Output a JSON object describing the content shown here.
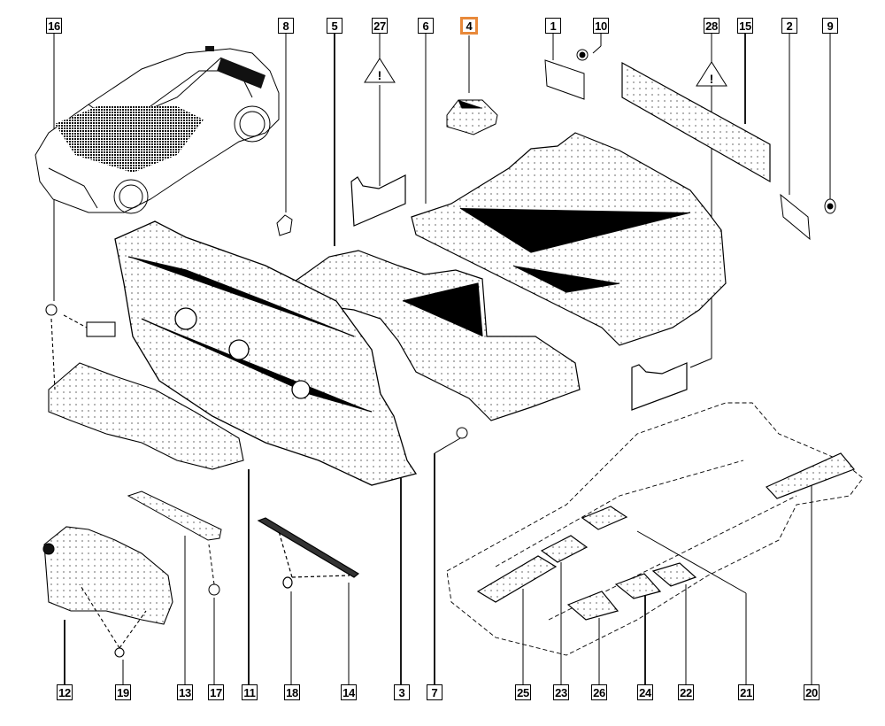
{
  "diagram": {
    "title": "Body insulation / soundproofing parts",
    "highlight_color": "#E8893A",
    "line_color": "#000000",
    "top_callouts": [
      {
        "label": "16"
      },
      {
        "label": "8"
      },
      {
        "label": "5"
      },
      {
        "label": "27"
      },
      {
        "label": "6"
      },
      {
        "label": "4",
        "highlighted": true
      },
      {
        "label": "1"
      },
      {
        "label": "10"
      },
      {
        "label": "28"
      },
      {
        "label": "15"
      },
      {
        "label": "2"
      },
      {
        "label": "9"
      }
    ],
    "bottom_callouts": [
      {
        "label": "12"
      },
      {
        "label": "19"
      },
      {
        "label": "13"
      },
      {
        "label": "17"
      },
      {
        "label": "11"
      },
      {
        "label": "18"
      },
      {
        "label": "14"
      },
      {
        "label": "3"
      },
      {
        "label": "7"
      },
      {
        "label": "25"
      },
      {
        "label": "23"
      },
      {
        "label": "26"
      },
      {
        "label": "24"
      },
      {
        "label": "22"
      },
      {
        "label": "21"
      },
      {
        "label": "20"
      }
    ],
    "warning_symbol": "!",
    "parts": [
      {
        "id": "vehicle-overview",
        "icon": "car-outline"
      },
      {
        "id": "bulkhead-insulator",
        "icon": "bulkhead"
      },
      {
        "id": "engine-undertray",
        "icon": "shield-panel"
      },
      {
        "id": "front-floor-carpet",
        "icon": "floor-mat"
      },
      {
        "id": "rear-floor-carpet",
        "icon": "floor-mat"
      },
      {
        "id": "tunnel-pad",
        "icon": "pad"
      },
      {
        "id": "trunk-panel",
        "icon": "panel"
      },
      {
        "id": "underbody-floor",
        "icon": "floor-pan"
      }
    ]
  }
}
